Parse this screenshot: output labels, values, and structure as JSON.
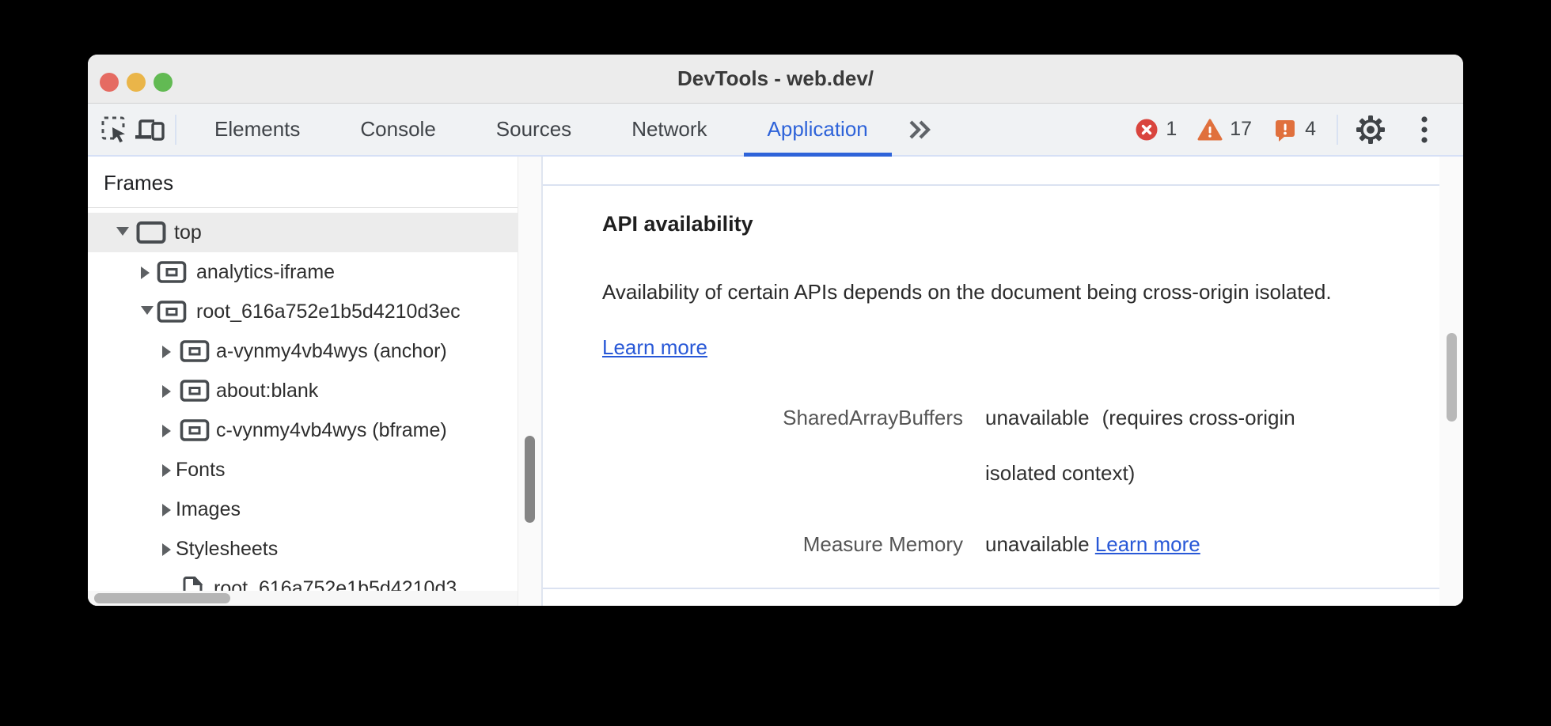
{
  "window": {
    "title": "DevTools - web.dev/"
  },
  "toolbar": {
    "tabs": [
      {
        "label": "Elements",
        "active": false
      },
      {
        "label": "Console",
        "active": false
      },
      {
        "label": "Sources",
        "active": false
      },
      {
        "label": "Network",
        "active": false
      },
      {
        "label": "Application",
        "active": true
      }
    ],
    "badges": {
      "errors": "1",
      "warnings": "17",
      "issues": "4"
    }
  },
  "sidebar": {
    "header": "Frames",
    "tree": [
      {
        "label": "top",
        "level": 1,
        "expanded": true,
        "icon": "frame",
        "selected": true
      },
      {
        "label": "analytics-iframe",
        "level": 2,
        "expanded": false,
        "icon": "iframe"
      },
      {
        "label": "root_616a752e1b5d4210d3ec",
        "level": 2,
        "expanded": true,
        "icon": "iframe"
      },
      {
        "label": "a-vynmy4vb4wys (anchor)",
        "level": 3,
        "expanded": false,
        "icon": "iframe"
      },
      {
        "label": "about:blank",
        "level": 3,
        "expanded": false,
        "icon": "iframe"
      },
      {
        "label": "c-vynmy4vb4wys (bframe)",
        "level": 3,
        "expanded": false,
        "icon": "iframe"
      },
      {
        "label": "Fonts",
        "level": 3,
        "expanded": false,
        "icon": "none"
      },
      {
        "label": "Images",
        "level": 3,
        "expanded": false,
        "icon": "none"
      },
      {
        "label": "Stylesheets",
        "level": 3,
        "expanded": false,
        "icon": "none"
      },
      {
        "label": "root_616a752e1b5d4210d3",
        "level": 4,
        "expanded": false,
        "icon": "document"
      }
    ]
  },
  "main": {
    "heading": "API availability",
    "description": "Availability of certain APIs depends on the document being cross-origin isolated. ",
    "description_link": "Learn more",
    "rows": [
      {
        "label": "SharedArrayBuffers",
        "value": "unavailable",
        "note": "(requires cross-origin isolated context)"
      },
      {
        "label": "Measure Memory",
        "value": "unavailable",
        "link": "Learn more"
      }
    ]
  },
  "colors": {
    "accent_blue": "#2e63d9",
    "link_blue": "#2858d7",
    "error_red": "#d9453e",
    "warning_orange": "#e0703d",
    "toolbar_bg": "#f0f2f4",
    "selection_gray": "#ececec"
  }
}
